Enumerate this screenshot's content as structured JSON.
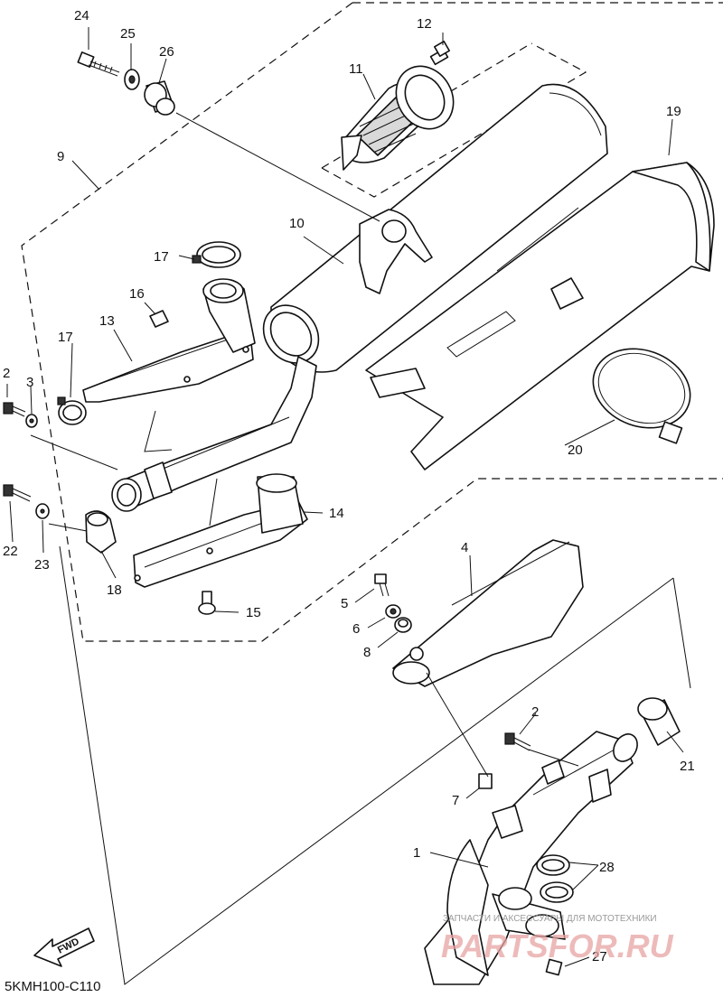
{
  "diagram": {
    "code": "5KMH100-C110",
    "fwd_label": "FWD",
    "callouts": {
      "c1": "1",
      "c2a": "2",
      "c2b": "2",
      "c3": "3",
      "c4": "4",
      "c5": "5",
      "c6": "6",
      "c7": "7",
      "c8": "8",
      "c9": "9",
      "c10": "10",
      "c11": "11",
      "c12": "12",
      "c13": "13",
      "c14": "14",
      "c15": "15",
      "c16": "16",
      "c17a": "17",
      "c17b": "17",
      "c18": "18",
      "c19": "19",
      "c20": "20",
      "c21": "21",
      "c22": "22",
      "c23": "23",
      "c24": "24",
      "c25": "25",
      "c26": "26",
      "c27": "27",
      "c28": "28"
    },
    "watermark": {
      "caption": "ЗАПЧАСТИ И АКСЕССУАРЫ ДЛЯ МОТОТЕХНИКИ",
      "brand": "PARTSFOR.RU"
    }
  }
}
